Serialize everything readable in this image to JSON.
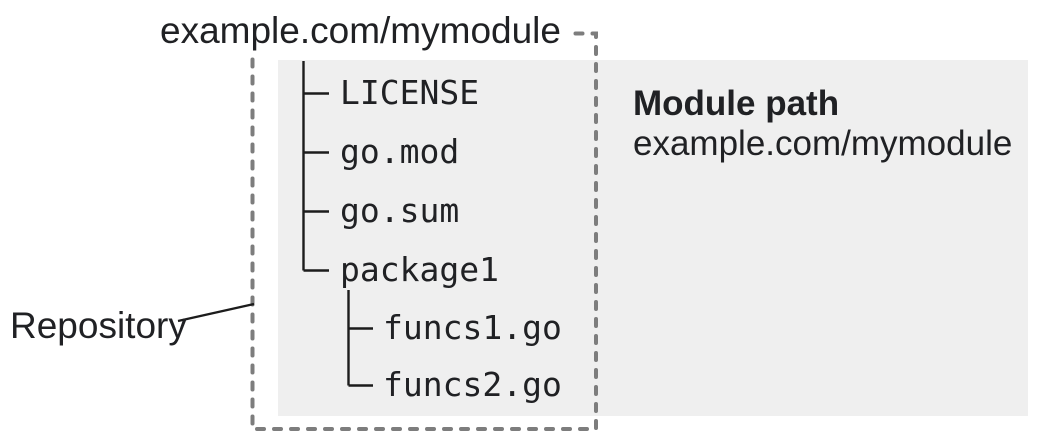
{
  "title": "example.com/mymodule",
  "repository": {
    "label": "Repository"
  },
  "module_path": {
    "heading": "Module path",
    "value": "example.com/mymodule"
  },
  "tree": {
    "items": [
      {
        "label": "LICENSE",
        "type": "file",
        "depth": 1
      },
      {
        "label": "go.mod",
        "type": "file",
        "depth": 1
      },
      {
        "label": "go.sum",
        "type": "file",
        "depth": 1
      },
      {
        "label": "package1",
        "type": "directory",
        "depth": 1
      },
      {
        "label": "funcs1.go",
        "type": "file",
        "depth": 2
      },
      {
        "label": "funcs2.go",
        "type": "file",
        "depth": 2
      }
    ]
  },
  "colors": {
    "panel_bg": "#efefef",
    "dash": "#7d7d7d",
    "line": "#1c1c1c",
    "text": "#202124",
    "canvas_bg": "#ffffff"
  }
}
